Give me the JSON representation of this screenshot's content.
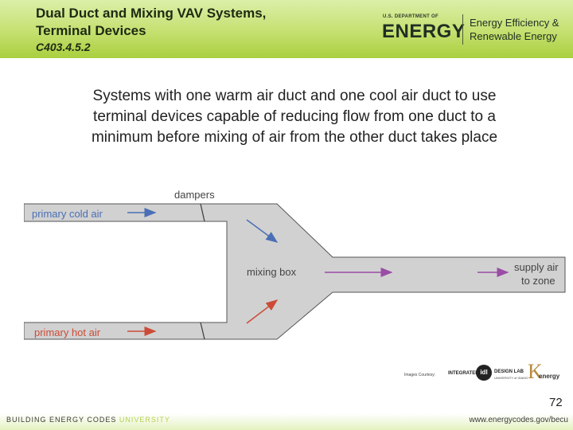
{
  "header": {
    "title_line1": "Dual Duct and Mixing VAV Systems,",
    "title_line2": "Terminal Devices",
    "code": "C403.4.5.2",
    "logo_small": "U.S. DEPARTMENT OF",
    "logo_energy": "ENERGY",
    "logo_ee_line1": "Energy Efficiency &",
    "logo_ee_line2": "Renewable Energy"
  },
  "body": {
    "line1": "Systems with one warm air duct and one cool air duct to use",
    "line2": "terminal devices capable of reducing flow from one duct to a",
    "line3": "minimum before mixing of air from the other duct takes place"
  },
  "diagram": {
    "labels": {
      "dampers": "dampers",
      "cold": "primary cold air",
      "hot": "primary hot air",
      "mixing": "mixing box",
      "supply_line1": "supply air",
      "supply_line2": "to zone"
    },
    "colors": {
      "duct": "#d1d1d1",
      "cold": "#4a6fb5",
      "hot": "#cc4b37",
      "supply": "#9a4ca6",
      "outline": "#555555"
    }
  },
  "credits": {
    "images": "Images Courtesy:",
    "integrated": "INTEGRATED",
    "idl": "idl",
    "design_lab": "DESIGN LAB",
    "design_lab_sub": "UNIVERSITY of IDAHO",
    "energy": "energy"
  },
  "page_number": "72",
  "footer": {
    "left_main": "BUILDING ENERGY CODES",
    "left_accent": "UNIVERSITY",
    "right": "www.energycodes.gov/becu"
  }
}
